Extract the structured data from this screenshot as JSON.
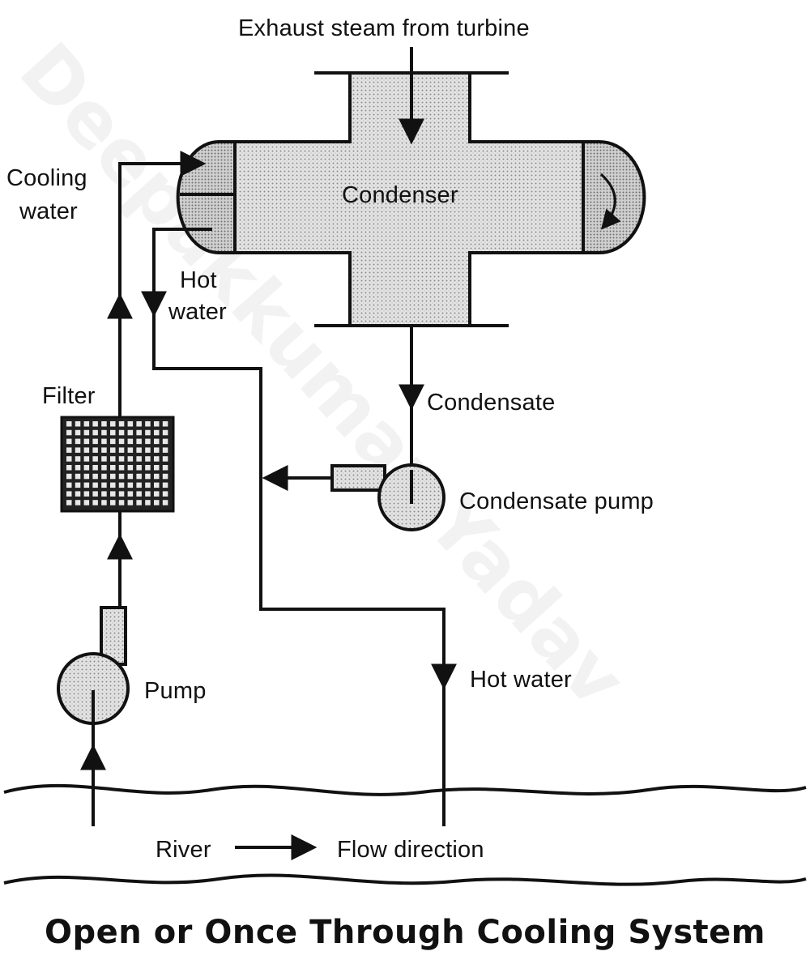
{
  "labels": {
    "exhaust": "Exhaust steam from turbine",
    "cooling_water_1": "Cooling",
    "cooling_water_2": "water",
    "condenser": "Condenser",
    "hot_water_1": "Hot",
    "hot_water_2": "water",
    "condensate": "Condensate",
    "condensate_pump": "Condensate pump",
    "filter": "Filter",
    "pump": "Pump",
    "hot_water_out": "Hot water",
    "river": "River",
    "flow_direction": "Flow direction"
  },
  "title": "Open or Once Through Cooling System",
  "watermark": "Deepakkumar Yadav"
}
